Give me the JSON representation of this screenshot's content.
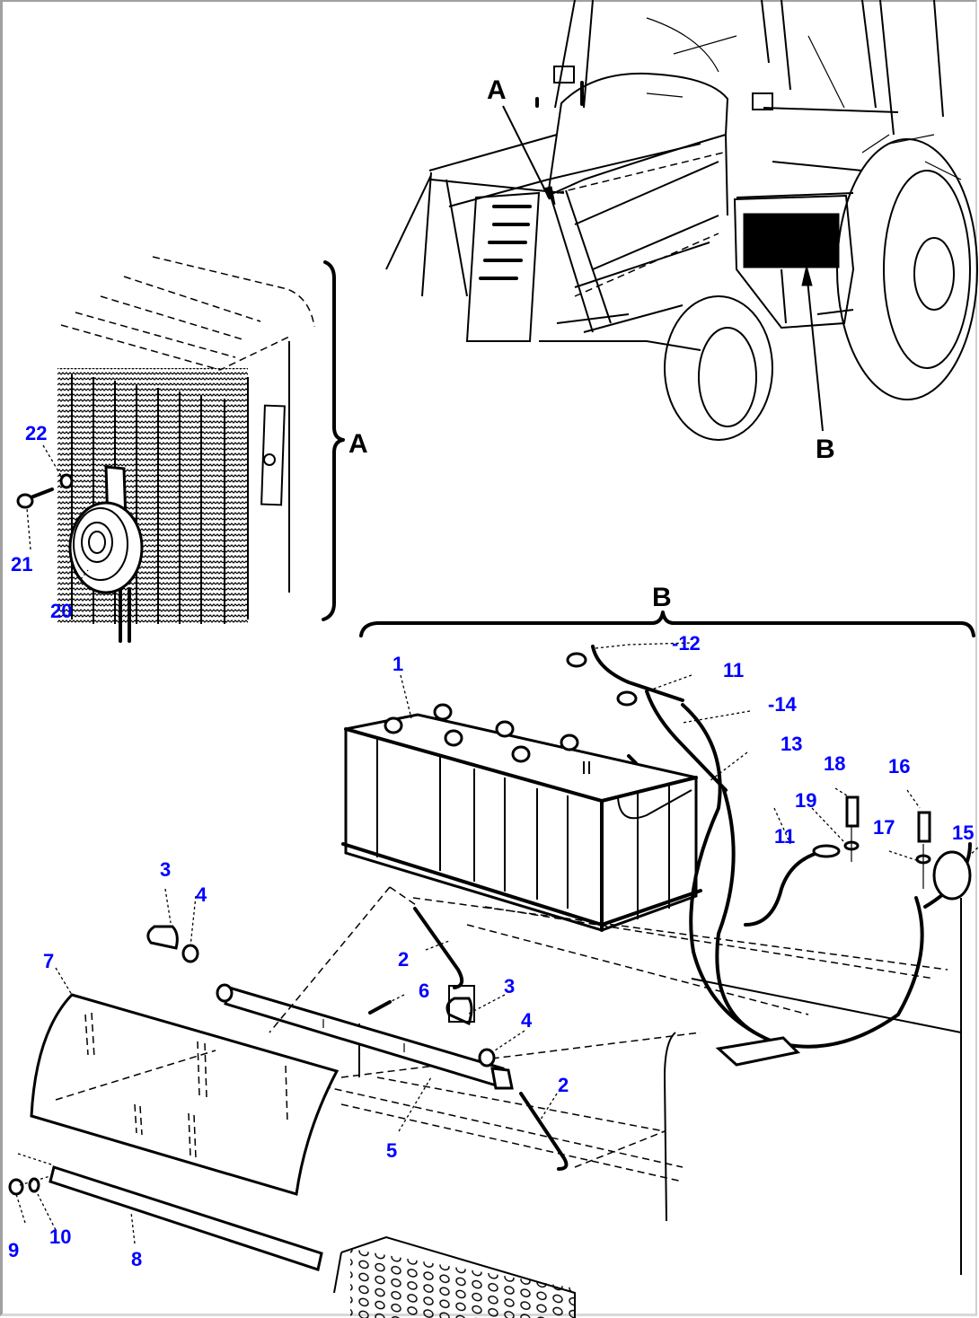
{
  "diagram": {
    "type": "exploded-parts-diagram",
    "subject": "Battery and horn installation",
    "views": [
      {
        "id": "A",
        "label": "A",
        "description": "horn mounted on radiator grille"
      },
      {
        "id": "B",
        "label": "B",
        "description": "battery, cables and battery cover"
      }
    ],
    "overview_markers": {
      "a": "A",
      "b": "B"
    },
    "colors": {
      "callout": "#0000ff",
      "linework": "#000000",
      "background": "#ffffff"
    },
    "callouts": [
      {
        "num": "1",
        "part": "battery"
      },
      {
        "num": "2",
        "part": "hook rod"
      },
      {
        "num": "3",
        "part": "wing nut"
      },
      {
        "num": "4",
        "part": "nut"
      },
      {
        "num": "5",
        "part": "bracket bar"
      },
      {
        "num": "6",
        "part": "bolt"
      },
      {
        "num": "7",
        "part": "battery cover"
      },
      {
        "num": "8",
        "part": "strip"
      },
      {
        "num": "9",
        "part": "nut"
      },
      {
        "num": "10",
        "part": "washer"
      },
      {
        "num": "11",
        "part": "cable"
      },
      {
        "num": "12",
        "part": "terminal clamp"
      },
      {
        "num": "13",
        "part": "cable"
      },
      {
        "num": "14",
        "part": "terminal clamp"
      },
      {
        "num": "15",
        "part": "grommet"
      },
      {
        "num": "16",
        "part": "bolt"
      },
      {
        "num": "17",
        "part": "washer"
      },
      {
        "num": "18",
        "part": "bolt"
      },
      {
        "num": "19",
        "part": "washer"
      },
      {
        "num": "20",
        "part": "horn"
      },
      {
        "num": "21",
        "part": "bolt"
      },
      {
        "num": "22",
        "part": "nut"
      }
    ],
    "labels": {
      "c1": "1",
      "c2a": "2",
      "c2b": "2",
      "c3a": "3",
      "c3b": "3",
      "c4a": "4",
      "c4b": "4",
      "c5": "5",
      "c6": "6",
      "c7": "7",
      "c8": "8",
      "c9": "9",
      "c10": "10",
      "c11a": "11",
      "c11b": "11",
      "c12": "12",
      "c13": "13",
      "c14": "14",
      "c15": "15",
      "c16": "16",
      "c17": "17",
      "c18": "18",
      "c19": "19",
      "c20": "20",
      "c21": "21",
      "c22": "22"
    }
  }
}
